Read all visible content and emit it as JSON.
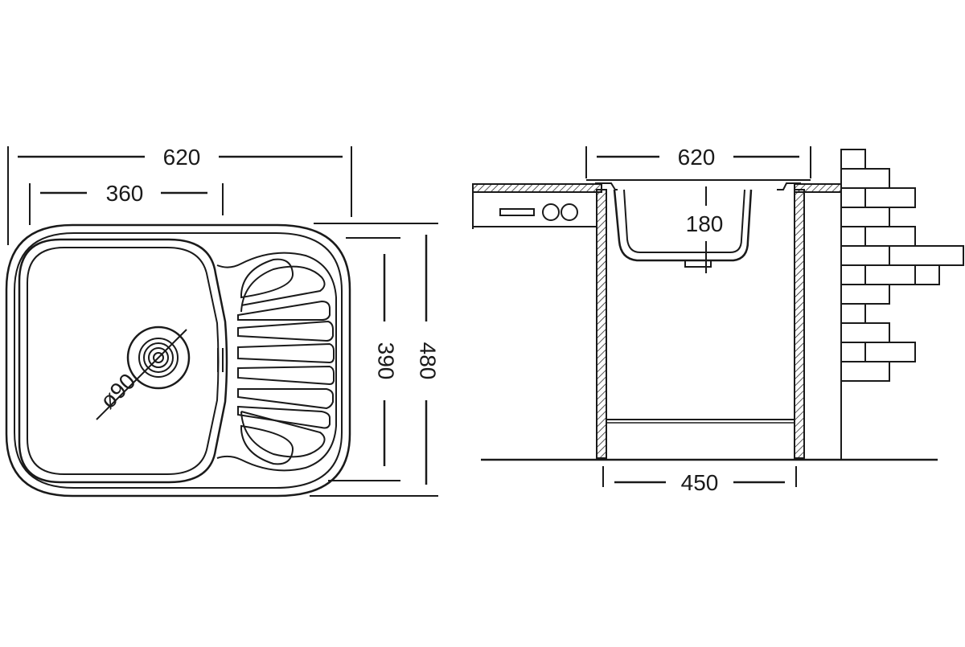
{
  "top_view": {
    "overall_width": "620",
    "bowl_width": "360",
    "overall_depth": "480",
    "bowl_depth": "390",
    "drain_diameter": "ø90"
  },
  "side_view": {
    "overall_width": "620",
    "bowl_height": "180",
    "cabinet_width": "450"
  },
  "colors": {
    "line": "#1a1a1a",
    "background": "#ffffff"
  }
}
